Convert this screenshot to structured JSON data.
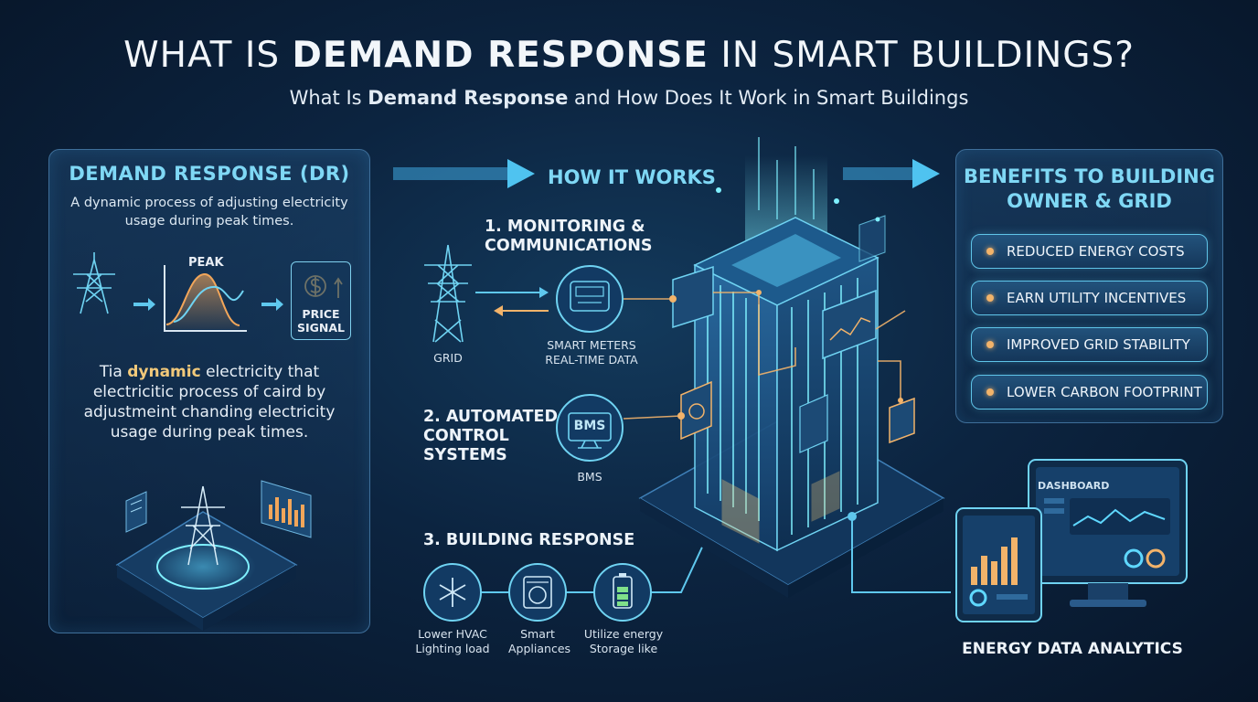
{
  "header": {
    "title_pre": "WHAT IS ",
    "title_bold": "DEMAND RESPONSE",
    "title_post": " IN SMART BUILDINGS?",
    "subtitle_pre": "What Is ",
    "subtitle_bold": "Demand Response",
    "subtitle_post": " and How Does It Work in Smart Buildings"
  },
  "left": {
    "heading": "DEMAND RESPONSE (DR)",
    "description": "A dynamic process of adjusting electricity usage during peak times.",
    "peak_label": "PEAK",
    "price_signal": "PRICE SIGNAL",
    "para_pre": "Tia ",
    "para_highlight": "dynamic",
    "para_post": " electricity that electricitic process of caird by adjustmeint chanding electricity usage during peak times."
  },
  "how": {
    "heading": "HOW IT WORKS",
    "step1": "1. MONITORING & COMMUNICATIONS",
    "grid_label": "GRID",
    "meters_label": "SMART METERS REAL-TIME DATA",
    "step2": "2. AUTOMATED CONTROL SYSTEMS",
    "bms_icon_text": "BMS",
    "bms_label": "BMS",
    "step3": "3. BUILDING RESPONSE",
    "hvac_label": "Lower HVAC Lighting load",
    "appliances_label": "Smart Appliances",
    "storage_label": "Utilize energy Storage like"
  },
  "benefits": {
    "heading": "BENEFITS TO BUILDING OWNER & GRID",
    "items": [
      "REDUCED ENERGY COSTS",
      "EARN UTILITY INCENTIVES",
      "IMPROVED GRID STABILITY",
      "LOWER CARBON FOOTPRINT"
    ]
  },
  "analytics": {
    "dashboard_label": "DASHBOARD",
    "label": "ENERGY DATA ANALYTICS"
  },
  "colors": {
    "accent": "#7fd8f5",
    "highlight": "#f2c97a",
    "background": "#0c2440"
  }
}
